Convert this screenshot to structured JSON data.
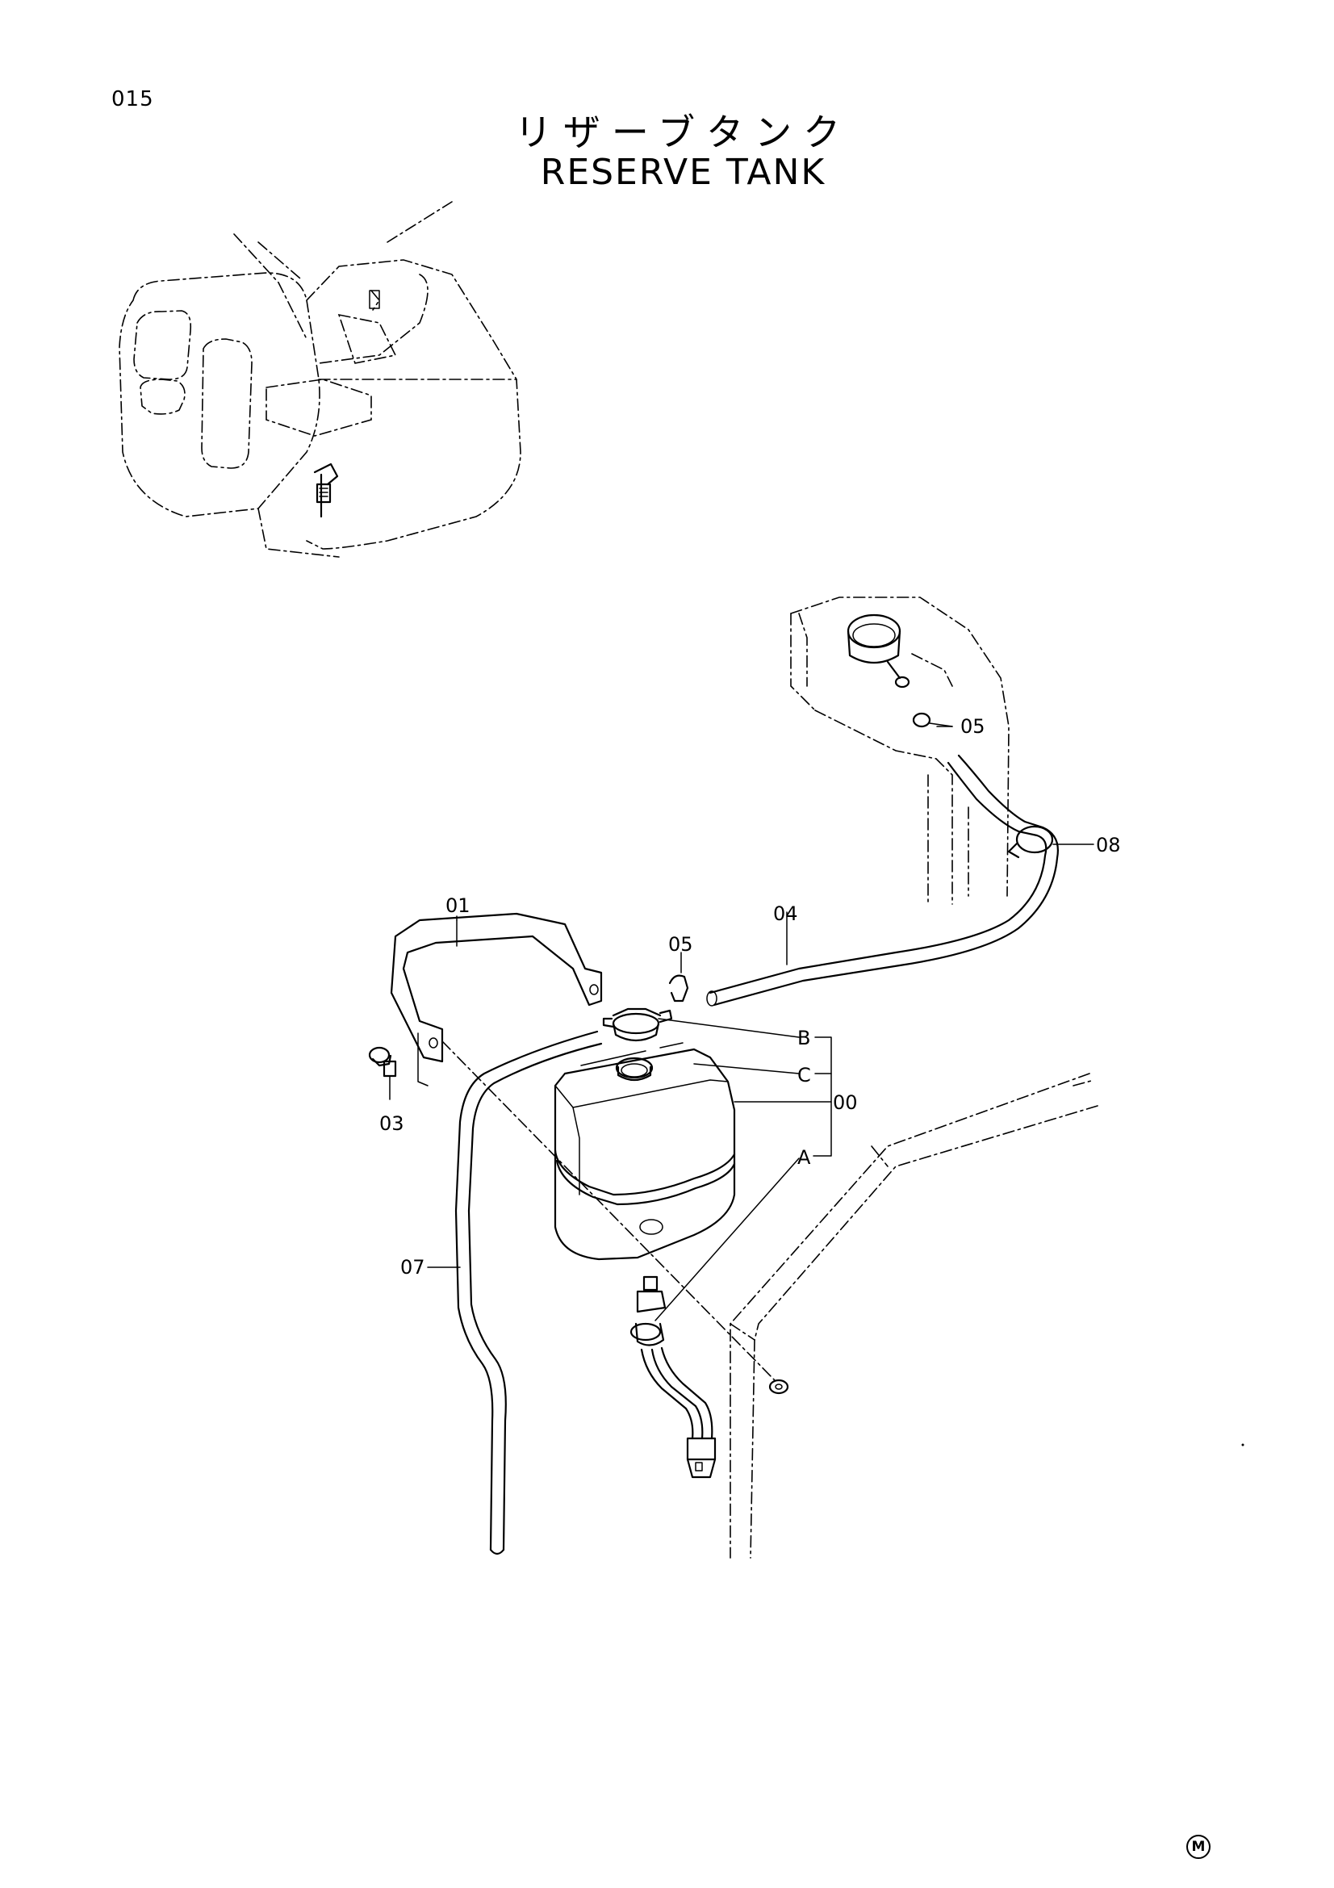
{
  "page": {
    "number": "015"
  },
  "title": {
    "japanese": "リザーブタンク",
    "english": "RESERVE TANK"
  },
  "callouts": {
    "c01": "01",
    "c03": "03",
    "c04": "04",
    "c05_top": "05",
    "c05_mid": "05",
    "c07": "07",
    "c08": "08",
    "c00": "00",
    "cA": "A",
    "cB": "B",
    "cC": "C"
  },
  "corner_mark": "M"
}
